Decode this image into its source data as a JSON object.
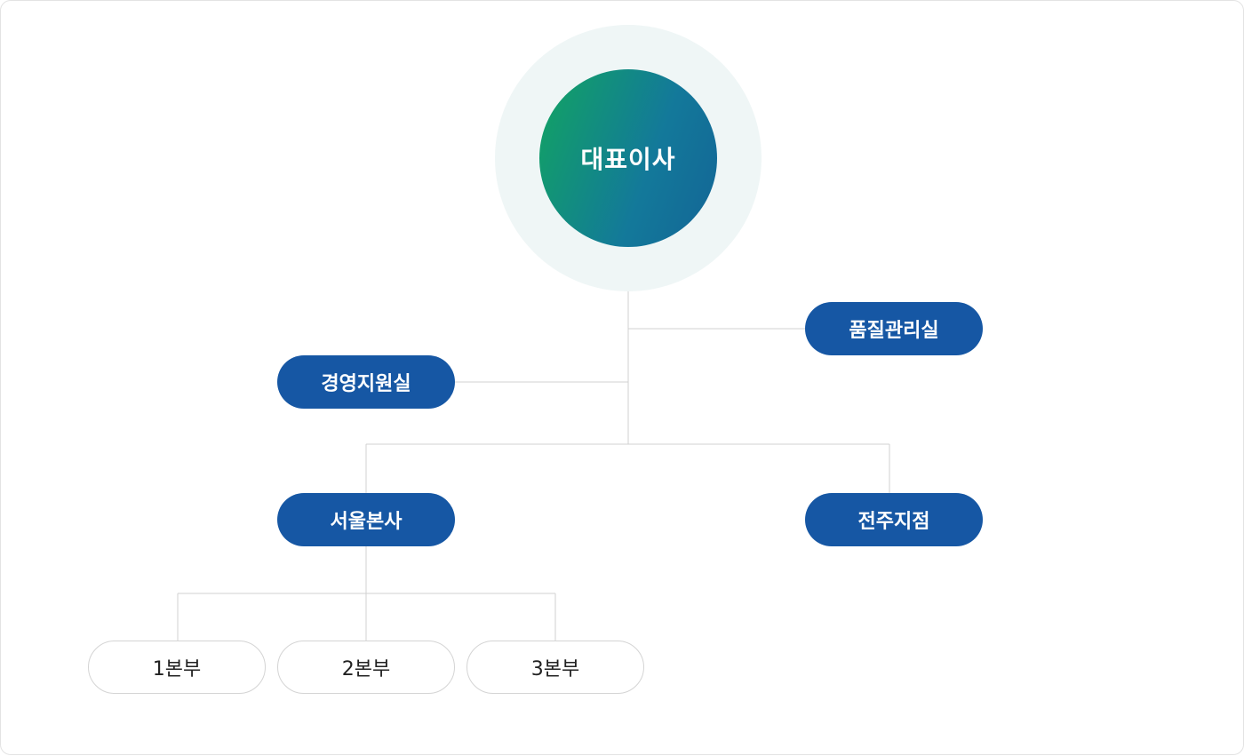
{
  "org_chart": {
    "ceo": "대표이사",
    "quality_office": "품질관리실",
    "management_support": "경영지원실",
    "seoul_hq": "서울본사",
    "jeonju_branch": "전주지점",
    "divisions": [
      "1본부",
      "2본부",
      "3본부"
    ]
  },
  "colors": {
    "dept_fill": "#1657a4",
    "ceo_gradient_start": "#11a461",
    "ceo_gradient_end": "#136596",
    "halo": "#eff6f6",
    "connector": "#d0d0d0"
  }
}
